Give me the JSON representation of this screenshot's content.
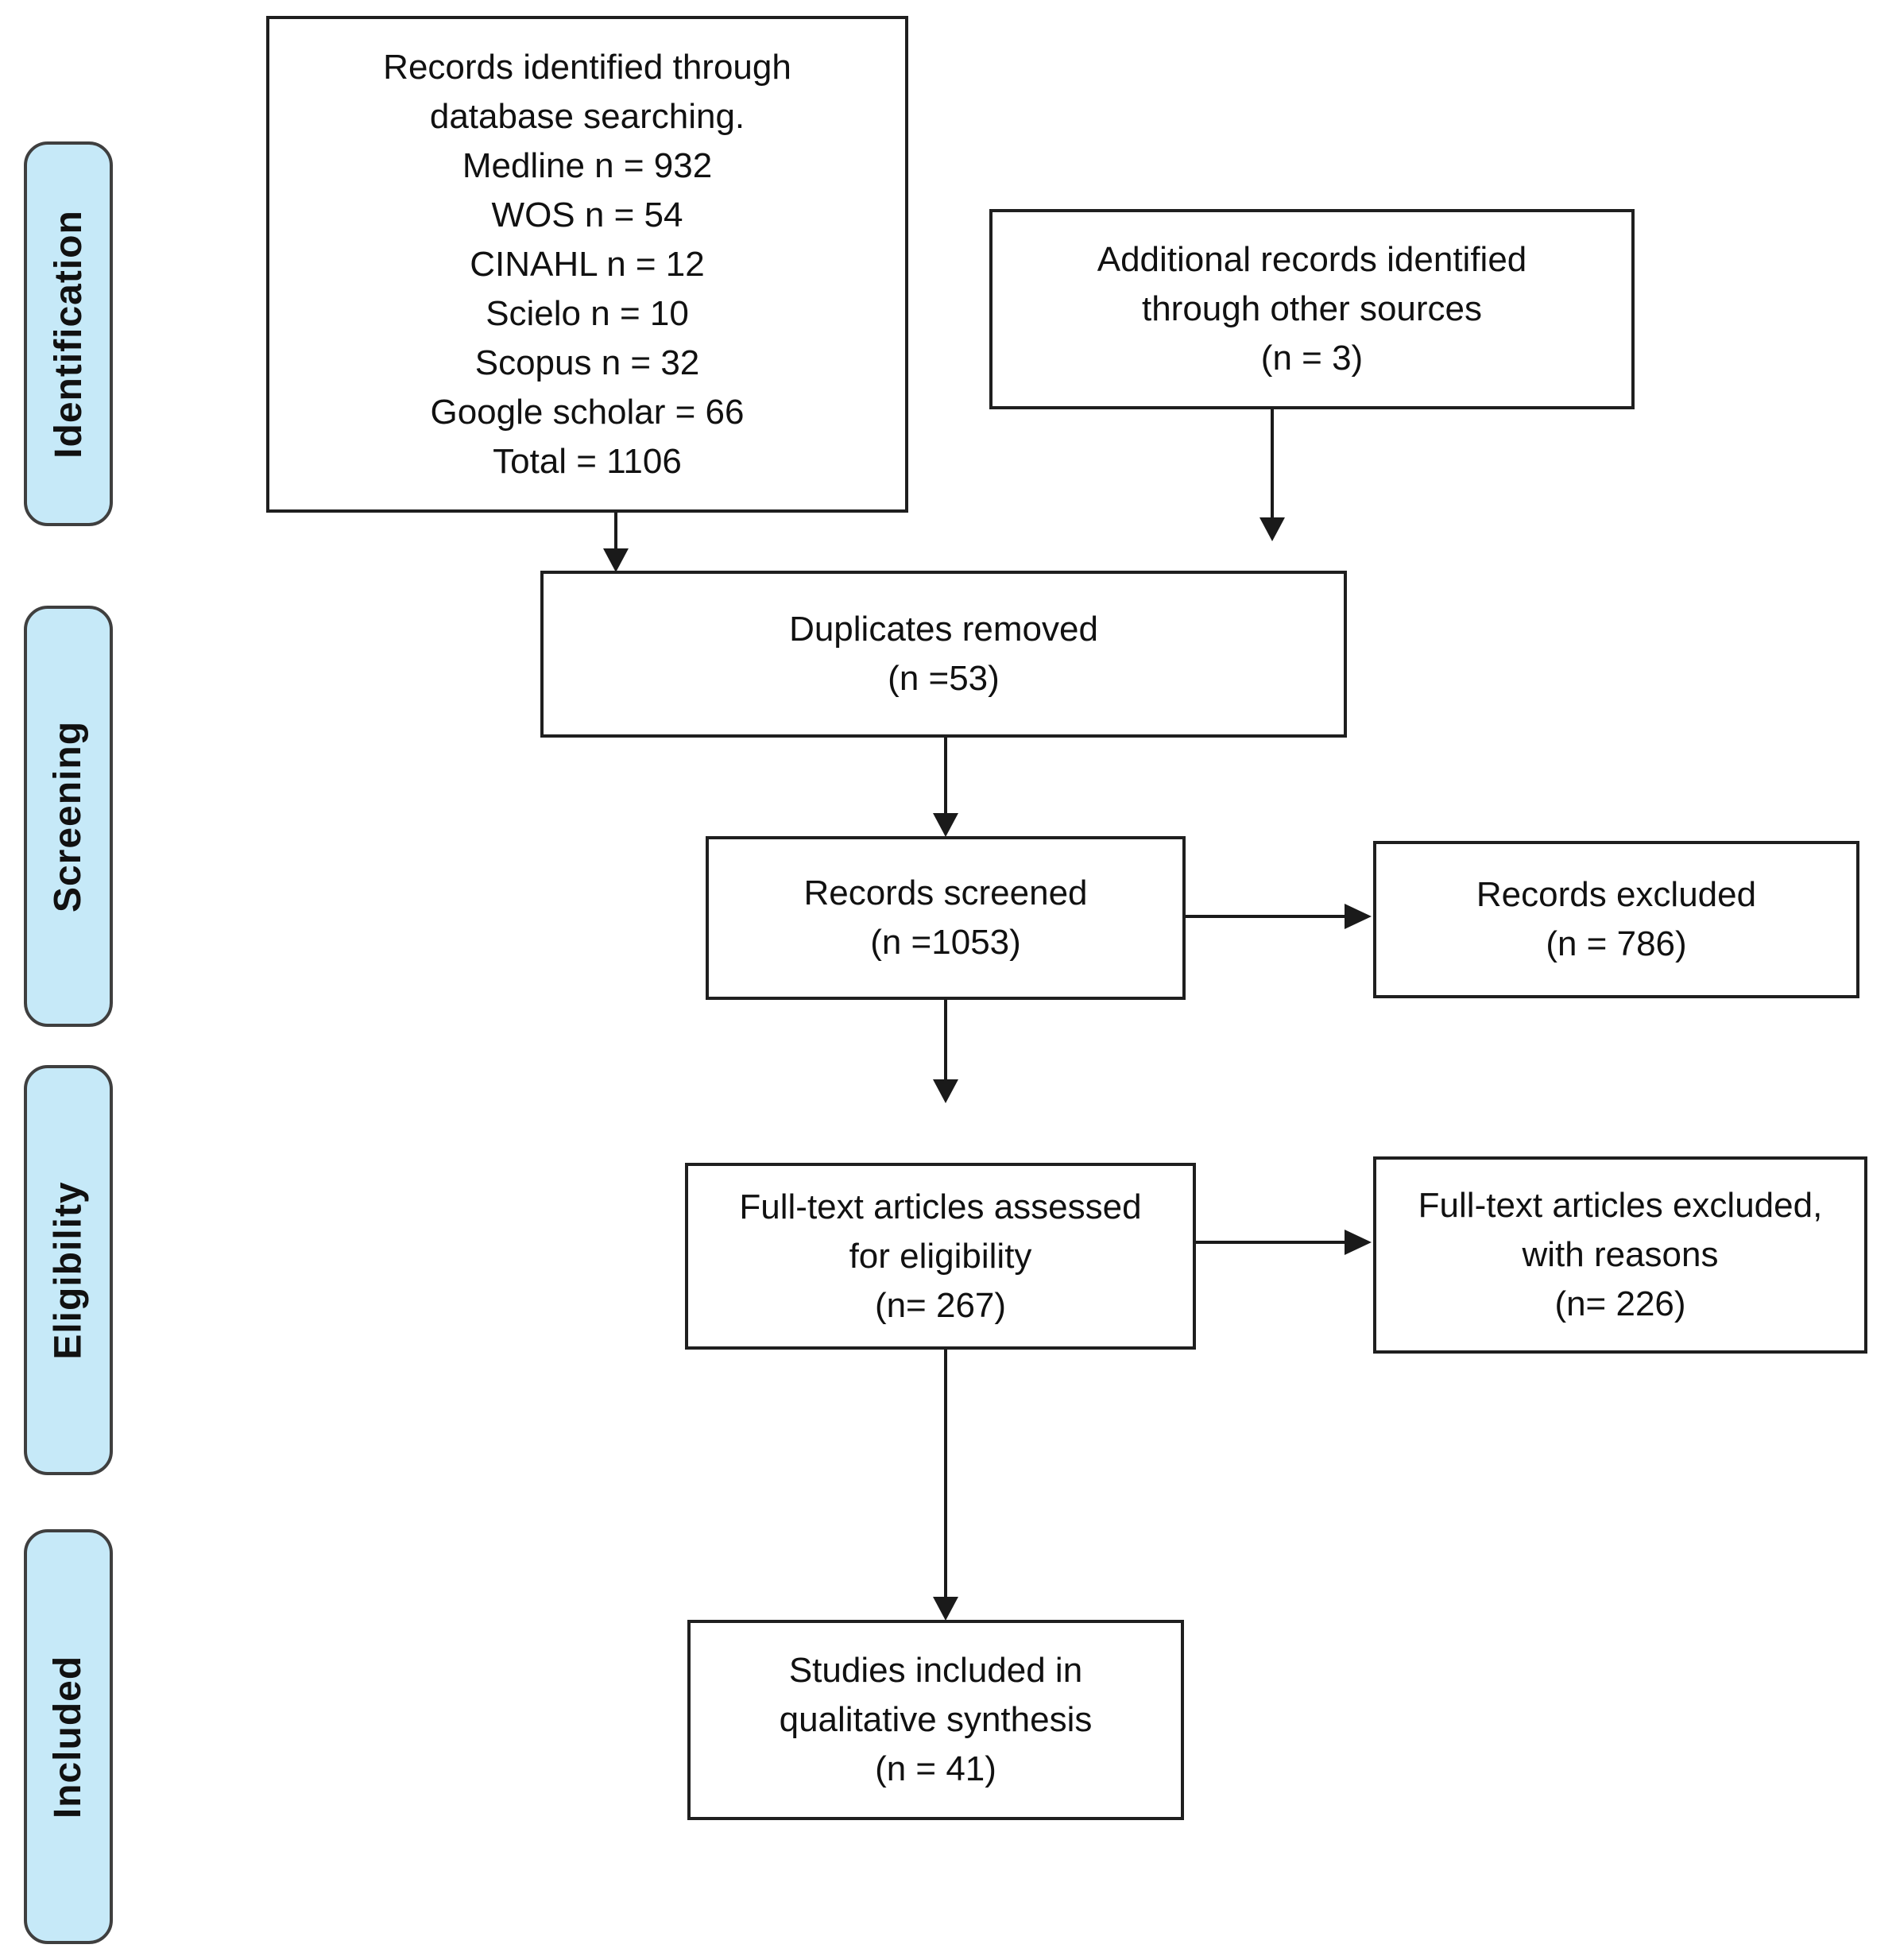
{
  "palette": {
    "stage_fill": "#c6e9f8",
    "stage_border": "#3f3f3f",
    "box_border": "#1f1f1f",
    "box_fill": "#ffffff",
    "arrow_color": "#1a1a1a",
    "text_color": "#111111",
    "background": "#ffffff"
  },
  "stages": [
    {
      "id": "identification",
      "label": "Identification"
    },
    {
      "id": "screening",
      "label": "Screening"
    },
    {
      "id": "eligibility",
      "label": "Eligibility"
    },
    {
      "id": "included",
      "label": "Included"
    }
  ],
  "boxes": {
    "records_identified": {
      "lines": [
        "Records identified through",
        "database searching.",
        "Medline n = 932",
        "WOS n = 54",
        "CINAHL n = 12",
        "Scielo n = 10",
        "Scopus n = 32",
        "Google scholar = 66",
        "Total = 1106"
      ]
    },
    "additional_records": {
      "lines": [
        "Additional records identified",
        "through other sources",
        "(n = 3)"
      ]
    },
    "duplicates_removed": {
      "lines": [
        "Duplicates removed",
        "(n =53)"
      ]
    },
    "records_screened": {
      "lines": [
        "Records screened",
        "(n =1053)"
      ]
    },
    "records_excluded": {
      "lines": [
        "Records excluded",
        "(n = 786)"
      ]
    },
    "fulltext_assessed": {
      "lines": [
        "Full-text articles assessed",
        "for eligibility",
        "(n= 267)"
      ]
    },
    "fulltext_excluded": {
      "lines": [
        "Full-text articles excluded,",
        "with reasons",
        "(n= 226)"
      ]
    },
    "studies_included": {
      "lines": [
        "Studies included in",
        "qualitative synthesis",
        "(n = 41)"
      ]
    }
  }
}
